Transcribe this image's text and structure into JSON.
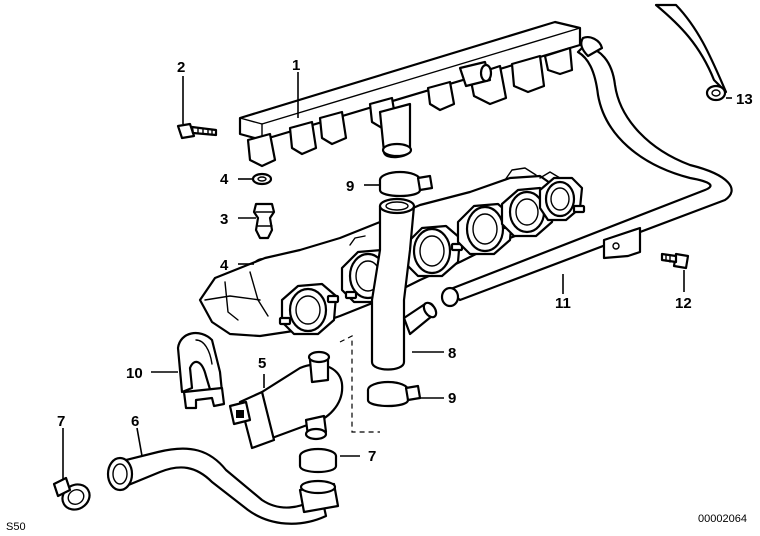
{
  "diagram": {
    "callouts": {
      "c1": "1",
      "c2": "2",
      "c3": "3",
      "c4a": "4",
      "c4b": "4",
      "c5": "5",
      "c6": "6",
      "c7a": "7",
      "c7b": "7",
      "c8": "8",
      "c9a": "9",
      "c9b": "9",
      "c10": "10",
      "c11": "11",
      "c12": "12",
      "c13": "13"
    },
    "corner_left": "S50",
    "corner_right": "00002064"
  }
}
